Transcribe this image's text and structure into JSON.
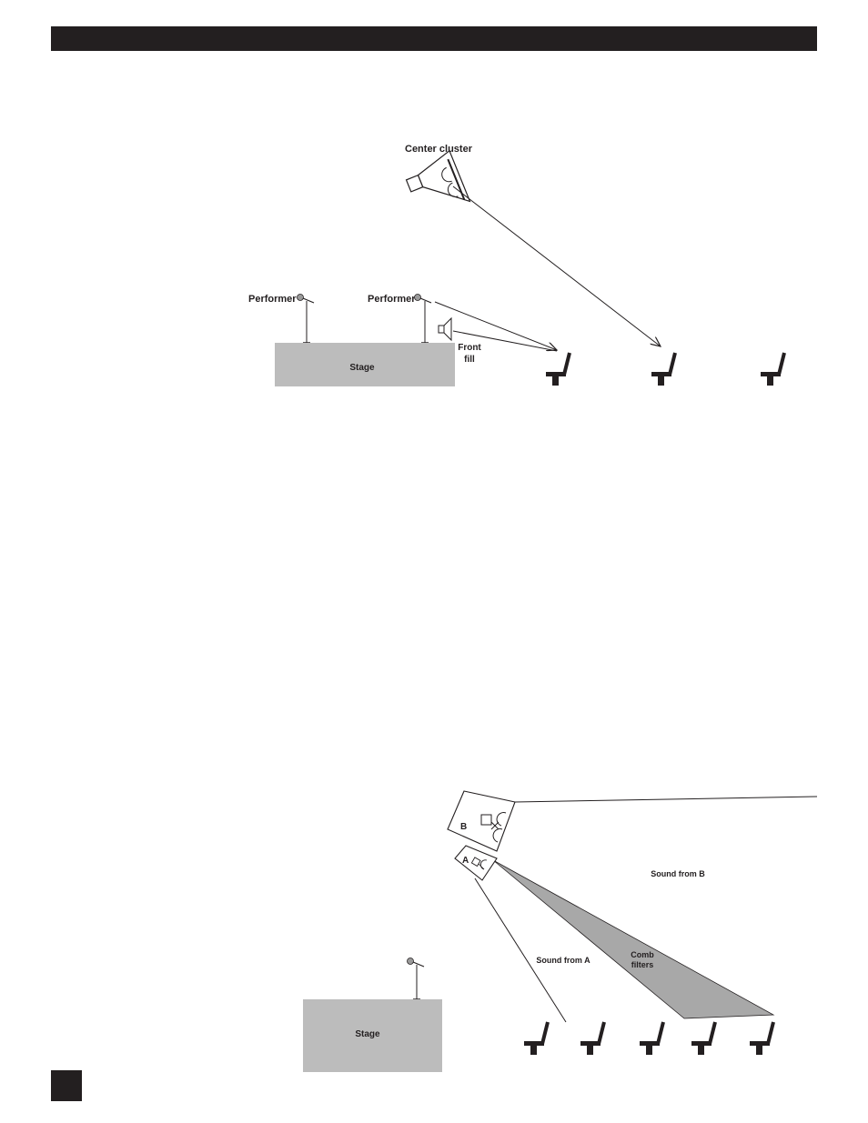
{
  "colors": {
    "ink": "#231f20",
    "stage_fill": "#bcbcbc",
    "comb_fill": "#a8a8a8",
    "page_bg": "#ffffff"
  },
  "figure_top": {
    "center_cluster_label": "Center cluster",
    "performer_label_left": "Performer",
    "performer_label_right": "Performer",
    "front_fill_line1": "Front",
    "front_fill_line2": "fill",
    "stage_label": "Stage",
    "seat_count": 3
  },
  "figure_bottom": {
    "speaker_b_label": "B",
    "speaker_a_label": "A",
    "sound_from_b": "Sound from B",
    "sound_from_a": "Sound from A",
    "comb_line1": "Comb",
    "comb_line2": "filters",
    "stage_label": "Stage",
    "seat_count": 5
  }
}
